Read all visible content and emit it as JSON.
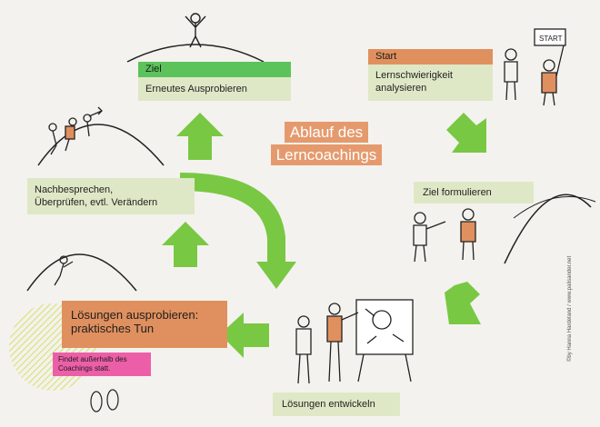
{
  "title": {
    "line1": "Ablauf des",
    "line2": "Lerncoachings"
  },
  "steps": {
    "ziel_header": "Ziel",
    "ziel_text": "Erneutes Ausprobieren",
    "start_header": "Start",
    "start_text_line1": "Lernschwierigkeit",
    "start_text_line2": "analysieren",
    "ziel_formulieren": "Ziel formulieren",
    "nachbesprechen_line1": "Nachbesprechen,",
    "nachbesprechen_line2": "Überprüfen, evtl. Verändern",
    "loesungen_ausprobieren_line1": "Lösungen ausprobieren:",
    "loesungen_ausprobieren_line2": "praktisches Tun",
    "note_line1": "Findet außerhalb des",
    "note_line2": "Coachings statt.",
    "loesungen_entwickeln": "Lösungen entwickeln"
  },
  "sign_text": "START",
  "credit": "©by Hanna Hardeland / www.palisander.net",
  "colors": {
    "background": "#f4f2ee",
    "box": "#dfe8c6",
    "green_header": "#5cc35a",
    "orange": "#e0905e",
    "pink": "#ec5fa8",
    "arrow": "#79c843"
  }
}
